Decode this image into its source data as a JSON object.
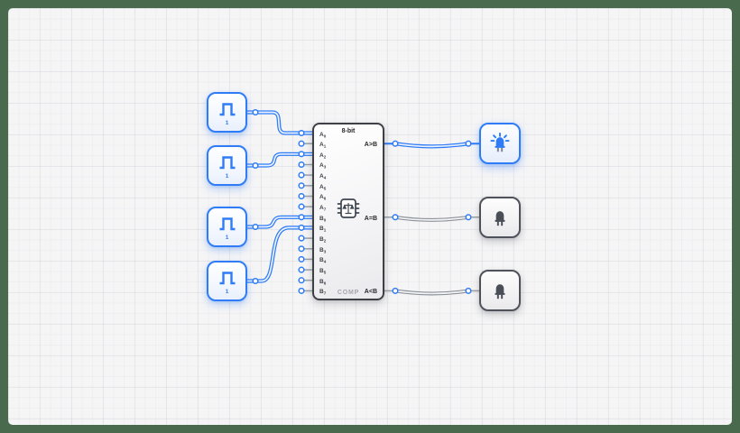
{
  "app": {
    "view": "logic-circuit-canvas"
  },
  "colors": {
    "frame": "#4a6a4e",
    "canvas_bg": "#f5f5f6",
    "accent_blue": "#2f7cf6",
    "wire_gray": "#8b9099",
    "block_border_dark": "#3f3f46"
  },
  "inputs": [
    {
      "id": "pulse-input-1",
      "icon": "pulse-icon",
      "label": "1"
    },
    {
      "id": "pulse-input-2",
      "icon": "pulse-icon",
      "label": "1"
    },
    {
      "id": "pulse-input-3",
      "icon": "pulse-icon",
      "label": "1"
    },
    {
      "id": "pulse-input-4",
      "icon": "pulse-icon",
      "label": "1"
    }
  ],
  "comparator": {
    "title": "8-bit",
    "footer": "COMP",
    "icon": "balance-scale-chip-icon",
    "pins_left": [
      {
        "base": "A",
        "sub": "0",
        "connected": true
      },
      {
        "base": "A",
        "sub": "1",
        "connected": false
      },
      {
        "base": "A",
        "sub": "2",
        "connected": true
      },
      {
        "base": "A",
        "sub": "3",
        "connected": false
      },
      {
        "base": "A",
        "sub": "4",
        "connected": false
      },
      {
        "base": "A",
        "sub": "5",
        "connected": false
      },
      {
        "base": "A",
        "sub": "6",
        "connected": false
      },
      {
        "base": "A",
        "sub": "7",
        "connected": false
      },
      {
        "base": "B",
        "sub": "0",
        "connected": true
      },
      {
        "base": "B",
        "sub": "1",
        "connected": true
      },
      {
        "base": "B",
        "sub": "2",
        "connected": false
      },
      {
        "base": "B",
        "sub": "3",
        "connected": false
      },
      {
        "base": "B",
        "sub": "4",
        "connected": false
      },
      {
        "base": "B",
        "sub": "5",
        "connected": false
      },
      {
        "base": "B",
        "sub": "6",
        "connected": false
      },
      {
        "base": "B",
        "sub": "7",
        "connected": false
      }
    ],
    "outputs": [
      {
        "label": "A>B",
        "active": true
      },
      {
        "label": "A=B",
        "active": false
      },
      {
        "label": "A<B",
        "active": false
      }
    ]
  },
  "leds": [
    {
      "id": "led-1",
      "state": "on"
    },
    {
      "id": "led-2",
      "state": "off"
    },
    {
      "id": "led-3",
      "state": "off"
    }
  ],
  "connections": [
    {
      "from": "pulse-input-1",
      "to": "A0",
      "active": true
    },
    {
      "from": "pulse-input-2",
      "to": "A2",
      "active": true
    },
    {
      "from": "pulse-input-3",
      "to": "B0",
      "active": true
    },
    {
      "from": "pulse-input-4",
      "to": "B1",
      "active": true
    },
    {
      "from": "A>B",
      "to": "led-1",
      "active": true
    },
    {
      "from": "A=B",
      "to": "led-2",
      "active": false
    },
    {
      "from": "A<B",
      "to": "led-3",
      "active": false
    }
  ]
}
